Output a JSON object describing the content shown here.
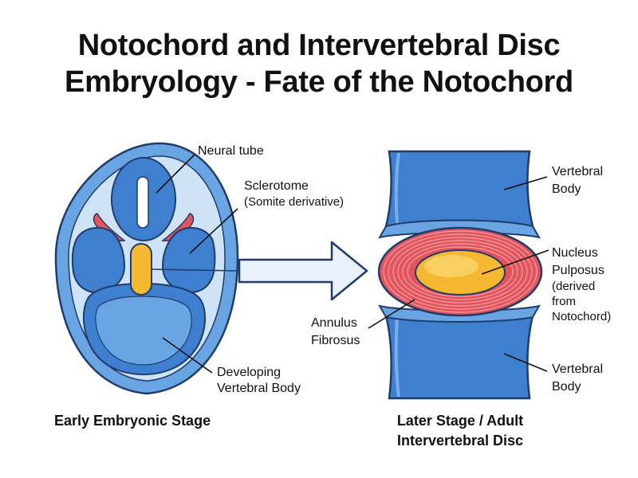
{
  "title": {
    "line1": "Notochord and Intervertebral Disc",
    "line2": "Embryology - Fate of the Notochord"
  },
  "left_panel": {
    "labels": {
      "neural_tube": "Neural tube",
      "sclerotome": "Sclerotome",
      "sclerotome_note": "(Somite derivative)",
      "developing_vb_1": "Developing",
      "developing_vb_2": "Vertebral Body"
    },
    "caption": "Early Embryonic Stage"
  },
  "right_panel": {
    "labels": {
      "vb_top_1": "Vertebral",
      "vb_top_2": "Body",
      "np_1": "Nucleus",
      "np_2": "Pulposus",
      "np_3": "(derived",
      "np_4": "from",
      "np_5": "Notochord)",
      "af_1": "Annulus",
      "af_2": "Fibrosus",
      "vb_bot_1": "Vertebral",
      "vb_bot_2": "Body"
    },
    "caption_1": "Later Stage / Adult",
    "caption_2": "Intervertebral Disc"
  },
  "colors": {
    "outline": "#1f3c6b",
    "blue_dark": "#3f7fd0",
    "blue_mid": "#6aa5e3",
    "blue_light": "#cfe3f7",
    "notochord": "#f6b830",
    "annulus": "#e4545c",
    "arrow_fill": "#e9f2fb"
  }
}
